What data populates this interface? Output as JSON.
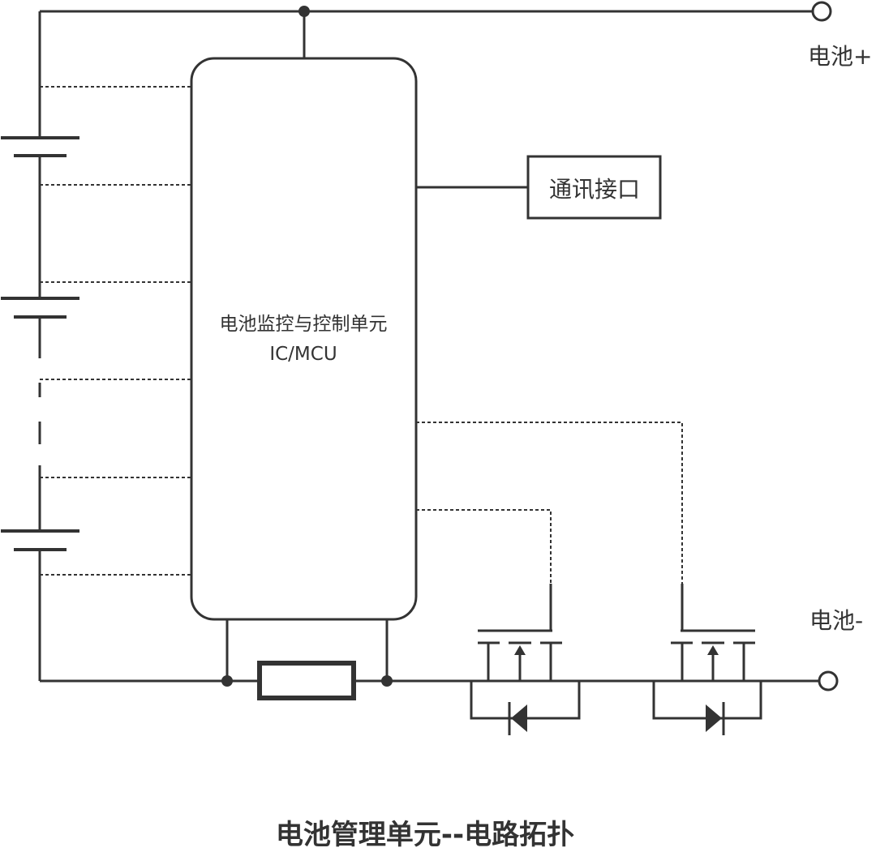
{
  "labels": {
    "battery_plus": "电池+",
    "battery_minus": "电池-",
    "comm_interface": "通讯接口",
    "controller_line1": "电池监控与控制单元",
    "controller_line2": "IC/MCU"
  },
  "caption": "电池管理单元--电路拓扑",
  "colors": {
    "line": "#333333",
    "background": "#ffffff"
  }
}
